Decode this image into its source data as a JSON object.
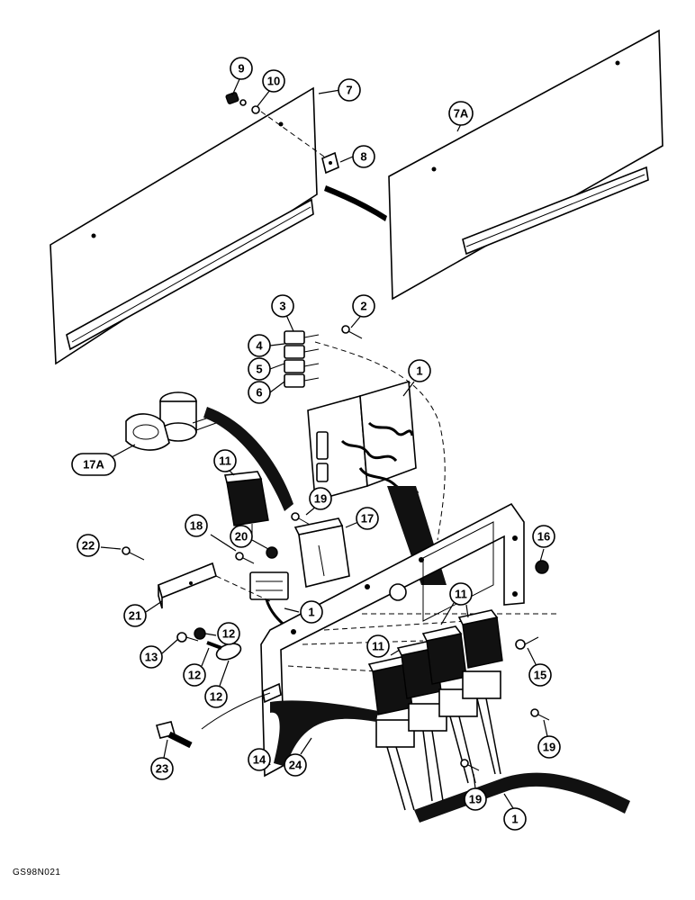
{
  "figure_id": "GS98N021",
  "callouts": {
    "c1": "1",
    "c1b": "1",
    "c1c": "1",
    "c2": "2",
    "c3": "3",
    "c4": "4",
    "c5": "5",
    "c6": "6",
    "c7": "7",
    "c7a": "7A",
    "c8": "8",
    "c9": "9",
    "c10": "10",
    "c11": "11",
    "c11b": "11",
    "c11c": "11",
    "c12": "12",
    "c12b": "12",
    "c12c": "12",
    "c13": "13",
    "c14": "14",
    "c15": "15",
    "c16": "16",
    "c17": "17",
    "c17a": "17A",
    "c18": "18",
    "c19": "19",
    "c19b": "19",
    "c19c": "19",
    "c20": "20",
    "c21": "21",
    "c22": "22",
    "c23": "23",
    "c24": "24"
  }
}
